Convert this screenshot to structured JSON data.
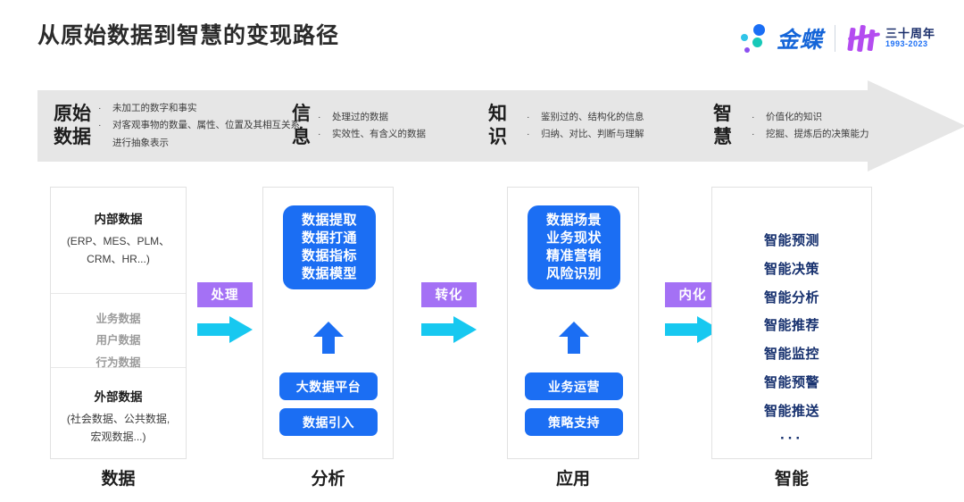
{
  "header": {
    "title": "从原始数据到智慧的变现路径",
    "logo": {
      "brand": "金蝶",
      "anniversary_cn": "三十周年",
      "anniversary_years": "1993-2023"
    }
  },
  "banner": {
    "segments": [
      {
        "title": "原始\n数据",
        "bullets": [
          "未加工的数字和事实",
          "对客观事物的数量、属性、位置及其相互关系进行抽象表示"
        ]
      },
      {
        "title": "信\n息",
        "bullets": [
          "处理过的数据",
          "实效性、有含义的数据"
        ]
      },
      {
        "title": "知\n识",
        "bullets": [
          "鉴别过的、结构化的信息",
          "归纳、对比、判断与理解"
        ]
      },
      {
        "title": "智\n慧",
        "bullets": [
          "价值化的知识",
          "挖掘、提炼后的决策能力"
        ]
      }
    ],
    "bullet_marker": "·"
  },
  "columns": [
    {
      "label": "数据",
      "sections": [
        {
          "head": "内部数据",
          "sub": "(ERP、MES、PLM、\nCRM、HR...)"
        },
        {
          "grey": "业务数据\n用户数据\n行为数据"
        },
        {
          "head": "外部数据",
          "sub": "(社会数据、公共数据,\n宏观数据...)"
        }
      ]
    },
    {
      "label": "分析",
      "main_box": "数据提取\n数据打通\n数据指标\n数据模型",
      "pills": [
        "大数据平台",
        "数据引入"
      ]
    },
    {
      "label": "应用",
      "main_box": "数据场景\n业务现状\n精准营销\n风险识别",
      "pills": [
        "业务运营",
        "策略支持"
      ]
    },
    {
      "label": "智能",
      "items": [
        "智能预测",
        "智能决策",
        "智能分析",
        "智能推荐",
        "智能监控",
        "智能预警",
        "智能推送"
      ],
      "ellipsis": "···"
    }
  ],
  "connectors": [
    {
      "label": "处理"
    },
    {
      "label": "转化"
    },
    {
      "label": "内化"
    }
  ],
  "colors": {
    "brand_blue": "#1b6ef3",
    "accent_purple": "#a471f5",
    "accent_cyan": "#17c8f0",
    "banner_grey": "#e6e6e6",
    "navy": "#16306e"
  }
}
